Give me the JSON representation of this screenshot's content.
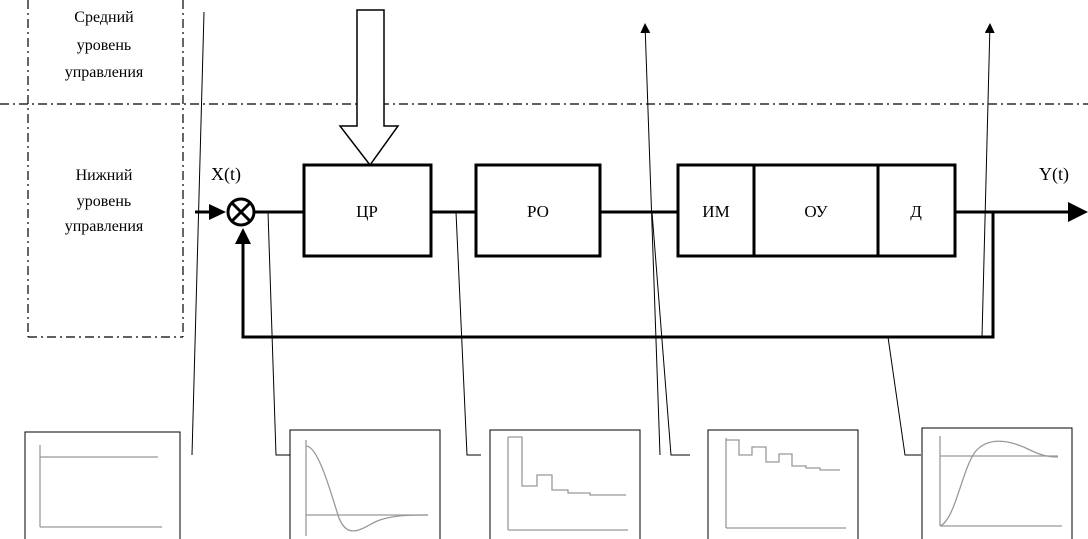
{
  "levels": {
    "middle": [
      "Средний",
      "уровень",
      "управления"
    ],
    "lower": [
      "Нижний",
      "уровень",
      "управления"
    ]
  },
  "signals": {
    "input": "X(t)",
    "output": "Y(t)"
  },
  "blocks": {
    "cr": "ЦР",
    "ro": "РО",
    "im": "ИМ",
    "ou": "ОУ",
    "d": "Д"
  },
  "colors": {
    "line": "#000000",
    "graph_line": "#999999"
  }
}
